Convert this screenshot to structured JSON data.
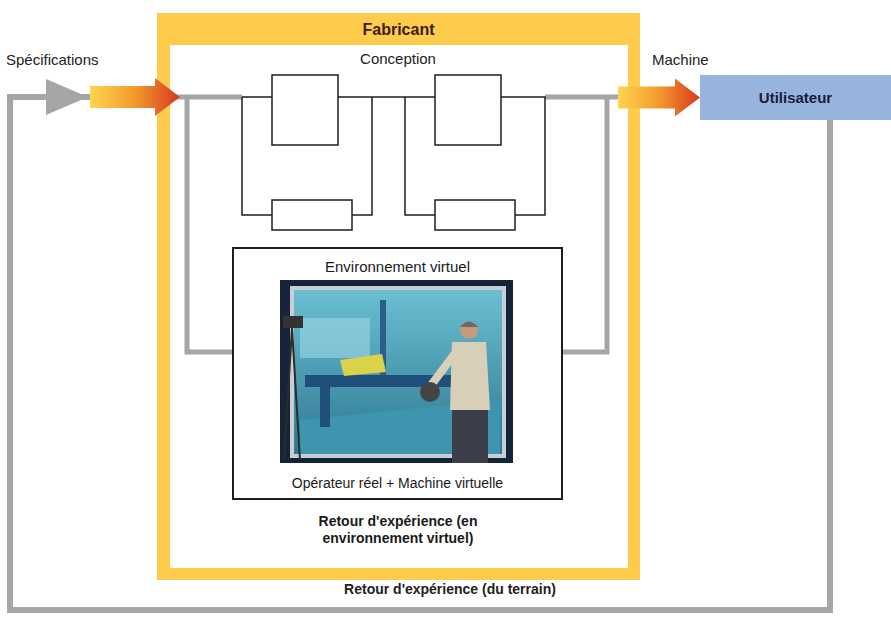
{
  "diagram": {
    "nodes": [
      {
        "text": [
          "Fabricant",
          "Retour d'expérience (en environnement virtuel)"
        ]
      },
      {
        "text": [
          "Environnement virtuel",
          "Opérateur réel + Machine virtuelle"
        ],
        "in": 0
      },
      {
        "text": [
          "Utilisateur"
        ]
      }
    ],
    "edges": [
      {
        "from": 0,
        "to": 2,
        "arrow": "to",
        "label": "Machine"
      },
      {
        "from": 2,
        "to": 0,
        "arrow": "to",
        "label": "Retour d'expérience (du terrain)"
      }
    ],
    "labels": [
      "Spécifications",
      "Conception"
    ]
  }
}
